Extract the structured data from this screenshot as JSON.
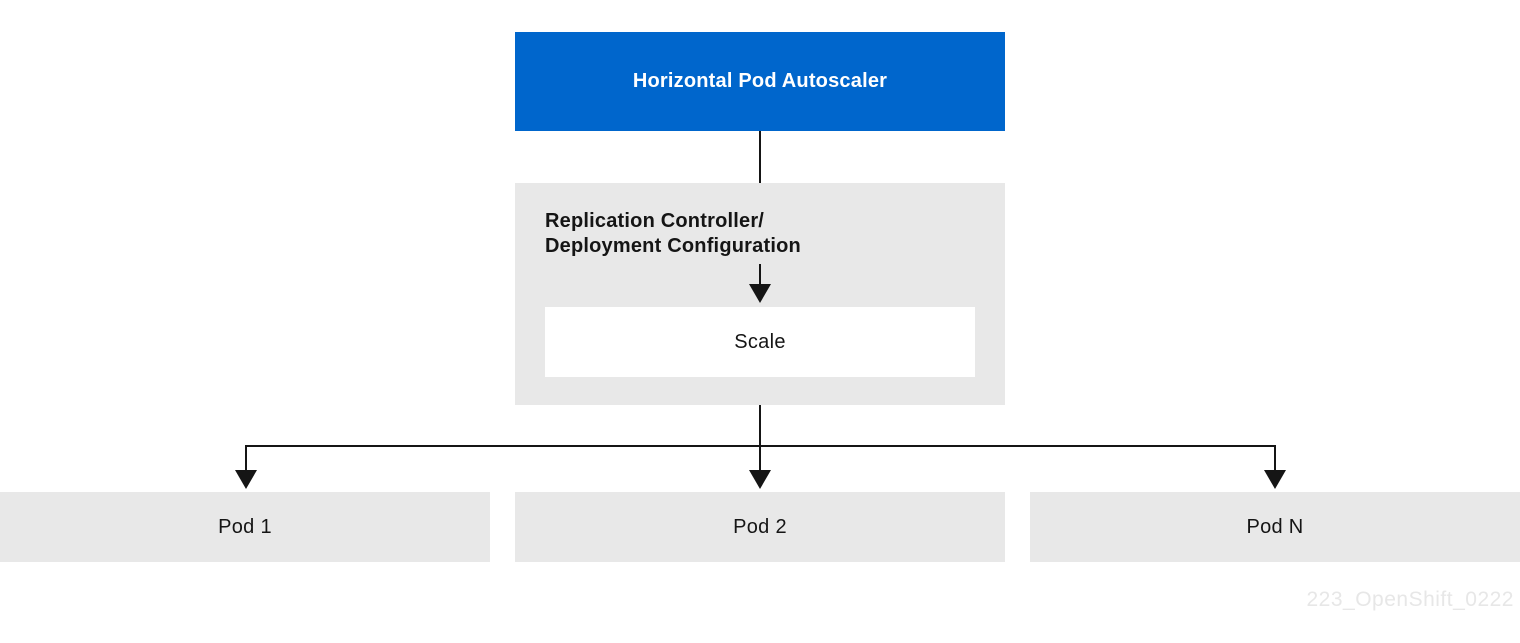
{
  "diagram": {
    "hpa_box": {
      "label": "Horizontal Pod Autoscaler"
    },
    "controller_box": {
      "label": "Replication Controller/\nDeployment Configuration"
    },
    "scale_box": {
      "label": "Scale"
    },
    "pods": [
      "Pod 1",
      "Pod 2",
      "Pod N"
    ],
    "watermark": "223_OpenShift_0222",
    "colors": {
      "primary_blue": "#0066CC",
      "box_gray": "#E8E8E8",
      "text_dark": "#151515",
      "line": "#151515",
      "watermark_gray": "#E7E7E7"
    }
  }
}
